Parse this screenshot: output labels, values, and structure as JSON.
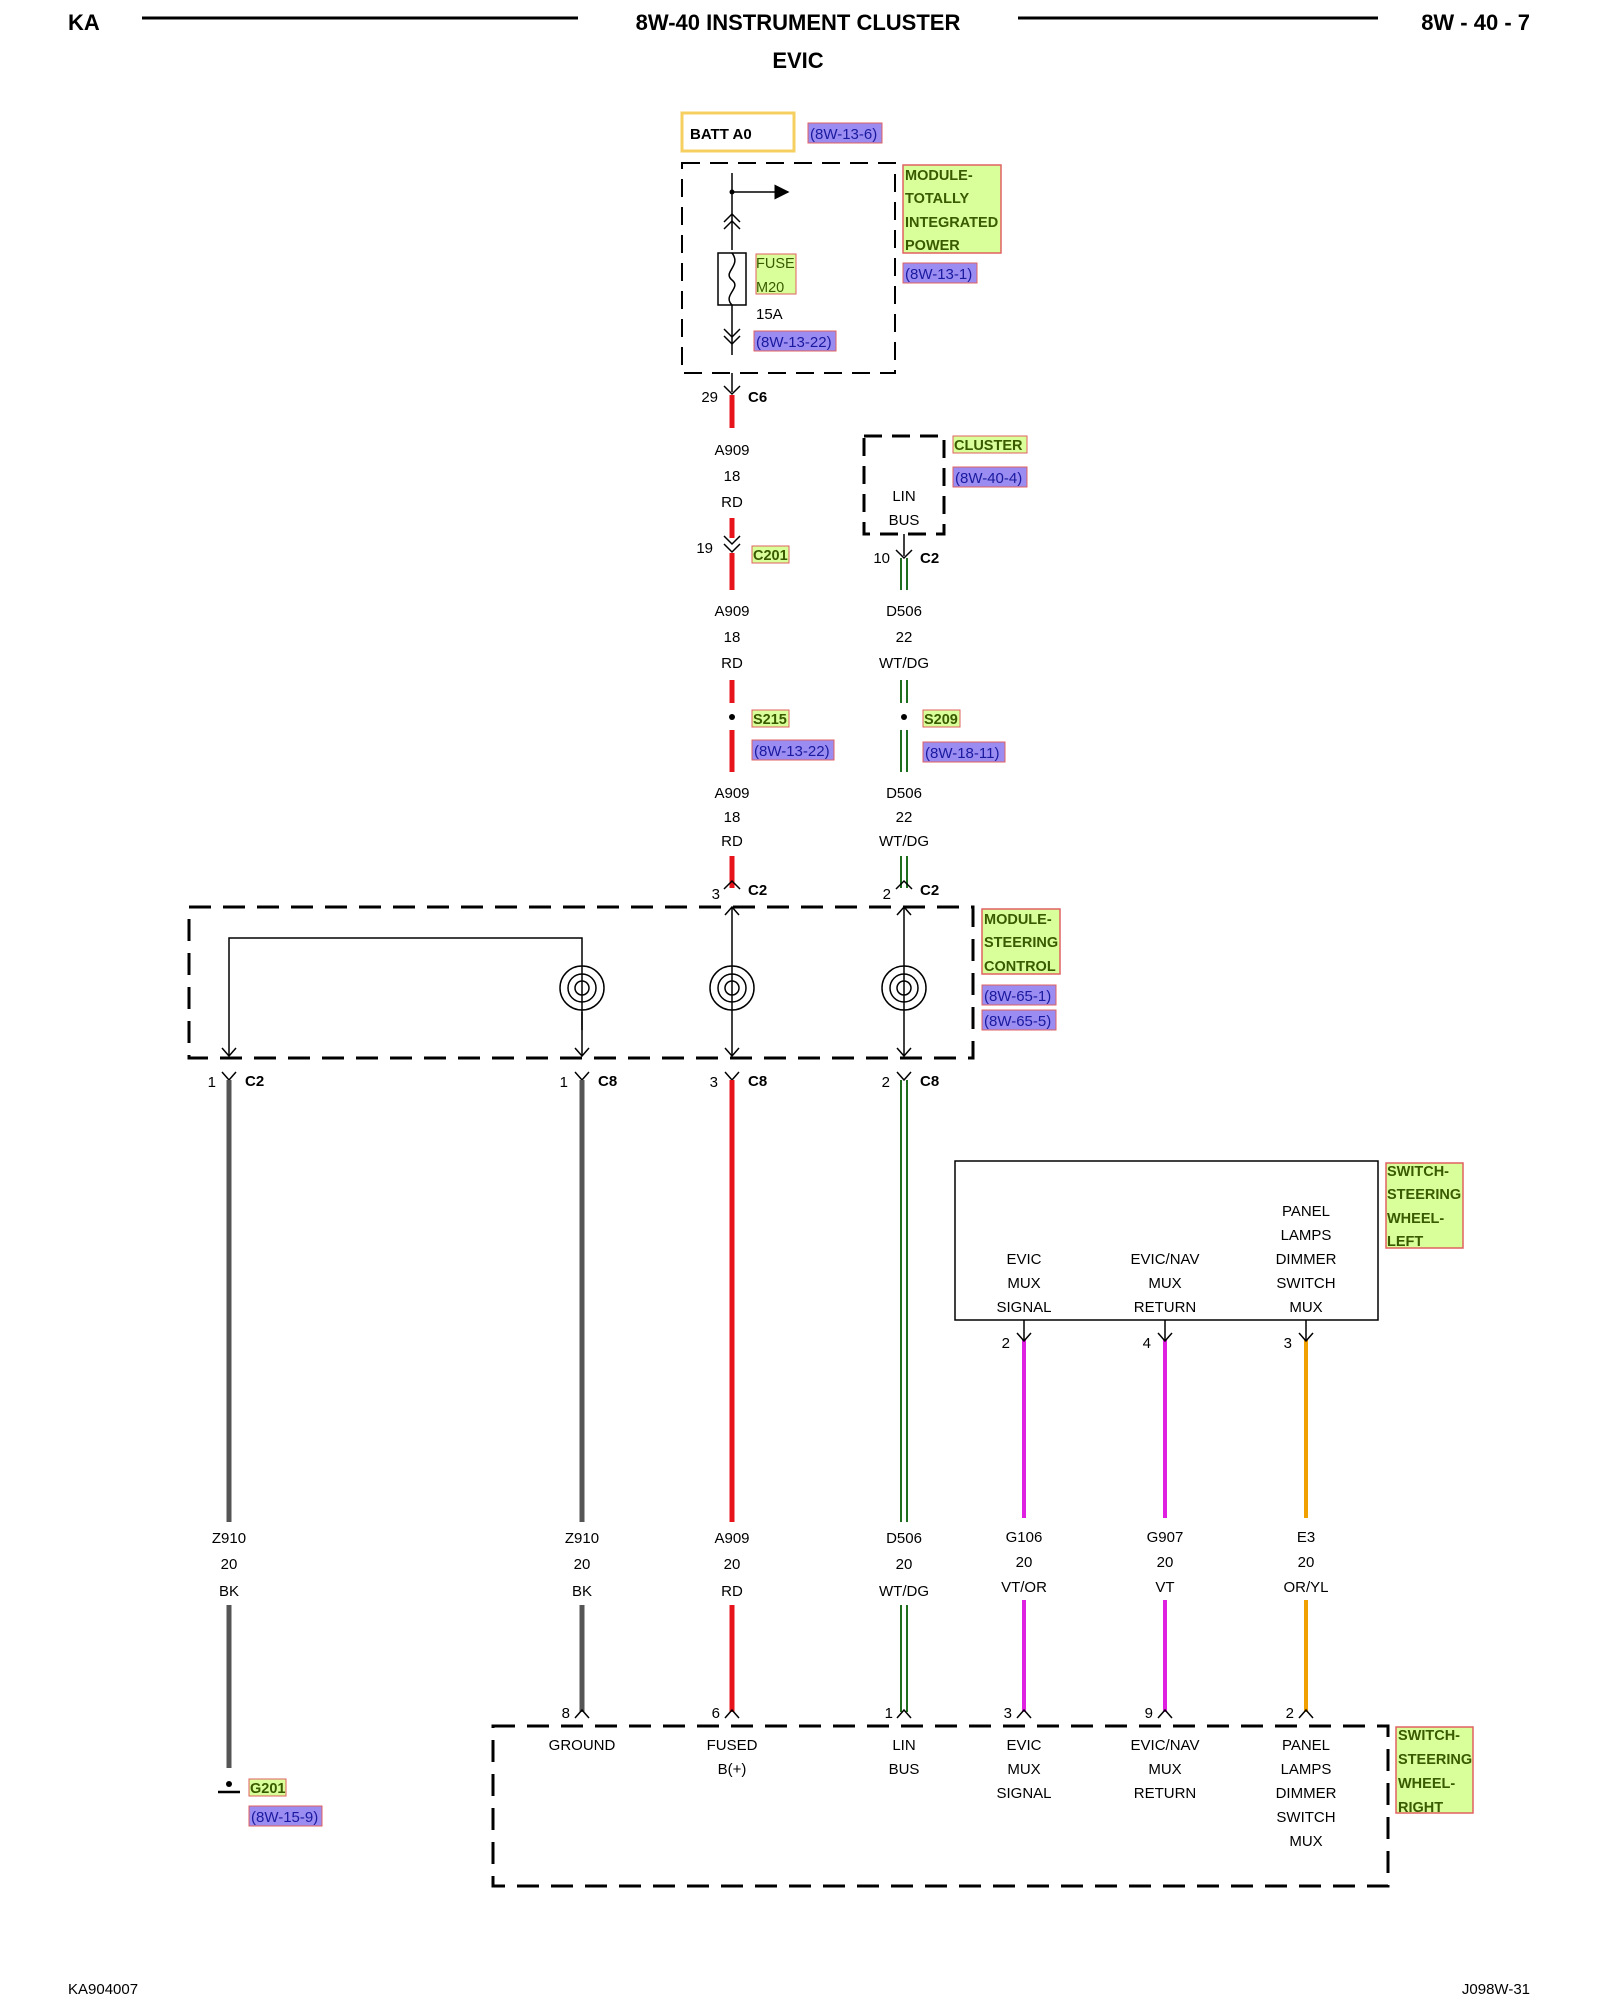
{
  "header": {
    "left": "KA",
    "title": "8W-40 INSTRUMENT CLUSTER",
    "subtitle": "EVIC",
    "right": "8W - 40 - 7"
  },
  "footer": {
    "left": "KA904007",
    "right": "J098W-31"
  },
  "colors": {
    "red": "#e8141c",
    "black_wire": "#555555",
    "green": "#1e6e1e",
    "violet": "#e020e0",
    "orange": "#f0a000",
    "yellow_tag": "#d8ff9a",
    "blue_tag": "#9a8cf0"
  },
  "batt": {
    "label": "BATT A0",
    "ref": "(8W-13-6)"
  },
  "tipm": {
    "name_lines": [
      "MODULE-",
      "TOTALLY",
      "INTEGRATED",
      "POWER"
    ],
    "ref": "(8W-13-1)",
    "fuse_lines": [
      "FUSE",
      "M20"
    ],
    "fuse_amp": "15A",
    "fuse_ref": "(8W-13-22)",
    "pin": "29",
    "conn": "C6"
  },
  "cluster": {
    "name": "CLUSTER",
    "ref": "(8W-40-4)",
    "inner_lines": [
      "LIN",
      "BUS"
    ],
    "pin": "10",
    "conn": "C2"
  },
  "w_a909_1": {
    "circuit": "A909",
    "gauge": "18",
    "color": "RD"
  },
  "c201": {
    "pin": "19",
    "conn": "C201"
  },
  "w_a909_2": {
    "circuit": "A909",
    "gauge": "18",
    "color": "RD"
  },
  "w_d506_1": {
    "circuit": "D506",
    "gauge": "22",
    "color": "WT/DG"
  },
  "s215": {
    "name": "S215",
    "ref": "(8W-13-22)"
  },
  "s209": {
    "name": "S209",
    "ref": "(8W-18-11)"
  },
  "w_a909_3": {
    "circuit": "A909",
    "gauge": "18",
    "color": "RD"
  },
  "w_d506_2": {
    "circuit": "D506",
    "gauge": "22",
    "color": "WT/DG"
  },
  "scm": {
    "name_lines": [
      "MODULE-",
      "STEERING",
      "CONTROL"
    ],
    "refs": [
      "(8W-65-1)",
      "(8W-65-5)"
    ],
    "top_pins": [
      {
        "pin": "3",
        "conn": "C2"
      },
      {
        "pin": "2",
        "conn": "C2"
      }
    ],
    "bottom_pins": [
      {
        "pin": "1",
        "conn": "C2"
      },
      {
        "pin": "1",
        "conn": "C8"
      },
      {
        "pin": "3",
        "conn": "C8"
      },
      {
        "pin": "2",
        "conn": "C8"
      }
    ]
  },
  "left_switch": {
    "name_lines": [
      "SWITCH-",
      "STEERING",
      "WHEEL-",
      "LEFT"
    ],
    "functions": [
      {
        "lines": [
          "EVIC",
          "MUX",
          "SIGNAL"
        ],
        "pin": "2"
      },
      {
        "lines": [
          "EVIC/NAV",
          "MUX",
          "RETURN"
        ],
        "pin": "4"
      },
      {
        "lines": [
          "PANEL",
          "LAMPS",
          "DIMMER",
          "SWITCH",
          "MUX"
        ],
        "pin": "3"
      }
    ]
  },
  "lower_wires": [
    {
      "circuit": "Z910",
      "gauge": "20",
      "color": "BK"
    },
    {
      "circuit": "Z910",
      "gauge": "20",
      "color": "BK"
    },
    {
      "circuit": "A909",
      "gauge": "20",
      "color": "RD"
    },
    {
      "circuit": "D506",
      "gauge": "20",
      "color": "WT/DG"
    },
    {
      "circuit": "G106",
      "gauge": "20",
      "color": "VT/OR"
    },
    {
      "circuit": "G907",
      "gauge": "20",
      "color": "VT"
    },
    {
      "circuit": "E3",
      "gauge": "20",
      "color": "OR/YL"
    }
  ],
  "ground": {
    "name": "G201",
    "ref": "(8W-15-9)"
  },
  "right_switch": {
    "name_lines": [
      "SWITCH-",
      "STEERING",
      "WHEEL-",
      "RIGHT"
    ],
    "pins": [
      "8",
      "6",
      "1",
      "3",
      "9",
      "2"
    ],
    "functions": [
      {
        "lines": [
          "GROUND"
        ]
      },
      {
        "lines": [
          "FUSED",
          "B(+)"
        ]
      },
      {
        "lines": [
          "LIN",
          "BUS"
        ]
      },
      {
        "lines": [
          "EVIC",
          "MUX",
          "SIGNAL"
        ]
      },
      {
        "lines": [
          "EVIC/NAV",
          "MUX",
          "RETURN"
        ]
      },
      {
        "lines": [
          "PANEL",
          "LAMPS",
          "DIMMER",
          "SWITCH",
          "MUX"
        ]
      }
    ]
  }
}
